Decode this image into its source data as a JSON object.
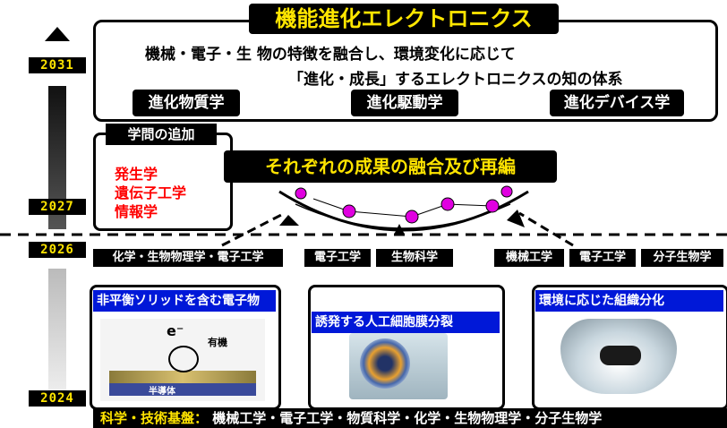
{
  "years": {
    "y2031": "2031",
    "y2027": "2027",
    "y2026": "2026",
    "y2024": "2024"
  },
  "title": "機能進化エレクトロニクス",
  "description": {
    "line1": "機械・電子・生 物の特徴を融合し、環境変化に応じて",
    "line2": "「進化・成長」するエレクトロニクスの知の体系"
  },
  "fields": [
    "進化物質学",
    "進化駆動学",
    "進化デバイス学"
  ],
  "added": {
    "label": "学問の追加",
    "items": [
      "発生学",
      "遺伝子工学",
      "情報学"
    ]
  },
  "banner": "それぞれの成果の融合及び再編",
  "rows": {
    "left": "化学・生物物理学・電子工学",
    "center_a": "電子工学",
    "center_b": "生物科学",
    "right_a": "機械工学",
    "right_b": "電子工学",
    "right_c": "分子生物学"
  },
  "panels": {
    "left": {
      "header": "非平衡ソリッドを含む電子物",
      "label_e": "e⁻",
      "label_organic": "有機",
      "label_semi": "半導体"
    },
    "center": {
      "header": "誘発する人工細胞膜分裂"
    },
    "right": {
      "header": "環境に応じた組織分化"
    }
  },
  "footer": {
    "label": "科学・技術基盤：",
    "text": "機械工学・電子工学・物質科学・化学・生物物理学・分子生物学"
  },
  "colors": {
    "accent": "#ffe400",
    "blue": "#0018d8",
    "red": "#ff0000",
    "node": "#e000e0"
  }
}
